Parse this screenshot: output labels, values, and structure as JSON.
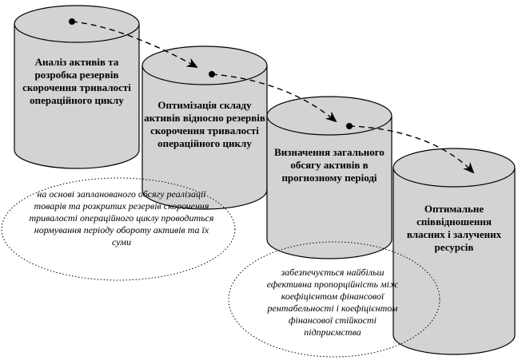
{
  "steps": [
    {
      "label": "Аналіз активів та розробка резервів скорочення тривалості операційного циклу"
    },
    {
      "label": "Оптимізація складу активів відносно резервів скорочення тривалості операційного циклу"
    },
    {
      "label": "Визначення загального обсягу активів в прогнозному періоді"
    },
    {
      "label": "Оптимальне співвідношення власних і залучених ресурсів"
    }
  ],
  "notes": [
    {
      "text": "на основі запланованого обсягу реалізації товарів та розкритих резервів скорочення тривалості операційного циклу проводиться нормування періоду обороту активів та їх суми"
    },
    {
      "text": "забезпечується найбільш ефективна пропорційність між коефіцієнтом фінансової рентабельності і коефіцієнтом фінансової стійкості підприємства"
    }
  ],
  "colors": {
    "cylinder_fill": "#d3d3d3",
    "stroke": "#000000",
    "background": "#ffffff"
  }
}
